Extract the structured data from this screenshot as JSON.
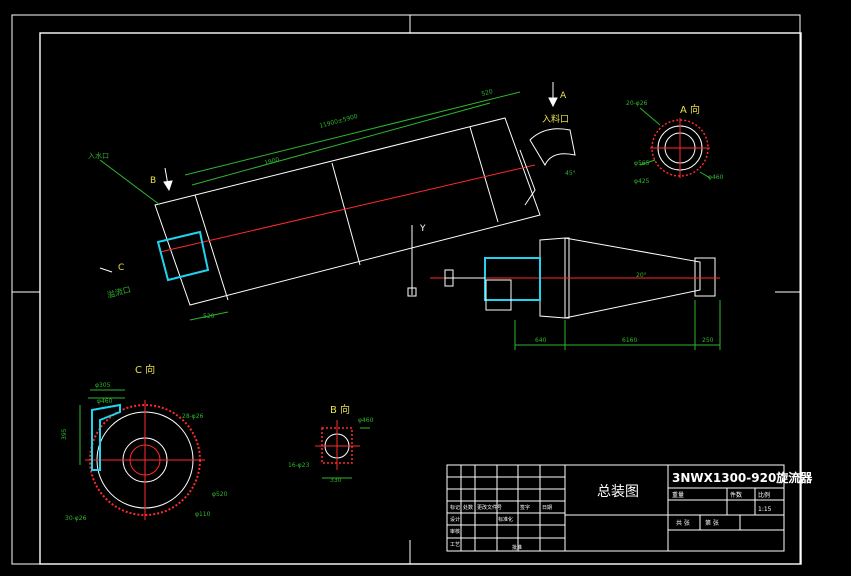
{
  "title_block": {
    "drawing_name": "3NWX1300-920旋流器",
    "sheet_title": "总装图",
    "ratio_label": "比例",
    "ratio_value": "1:15",
    "weight_label": "重量",
    "qty_label": "件数",
    "designer_label": "设计",
    "checker_label": "审核",
    "approve_label": "批准",
    "date_label": "日期",
    "sheet_label": "共 张",
    "sheet_no_label": "第 张",
    "mark_label": "标记",
    "count_label": "处数",
    "change_label": "更改文件号",
    "sign_label": "签字",
    "process_label": "工艺",
    "std_label": "标准化"
  },
  "views": {
    "a_view": "A 向",
    "b_view": "B 向",
    "c_view": "C 向",
    "arrow_a": "A",
    "arrow_b": "B",
    "arrow_c": "C",
    "inlet": "入料口",
    "water_inlet": "入水口",
    "outlet": "溢流口",
    "y_axis": "Y"
  },
  "dims": {
    "d_main_len": "11900±5900",
    "d_tube_len": "1900",
    "d_top": "520",
    "d_bottom": "520",
    "d_cone_a": "640",
    "d_cone_b": "6160",
    "d_cone_c": "250",
    "d_cone_angle": "20°",
    "d_inlet_angle": "45°",
    "a_holes": "20-φ26",
    "a_d1": "φ565",
    "a_d2": "φ425",
    "a_d3": "φ460",
    "b_d1": "φ460",
    "b_holes": "16-φ23",
    "b_d2": "330",
    "c_d1": "φ305",
    "c_d2": "φ460",
    "c_h": "395",
    "c_holes": "28-φ26",
    "c_holes2": "30-φ26",
    "c_d3": "φ520",
    "c_d4": "φ110"
  },
  "colors": {
    "line": "#ffffff",
    "dim": "#2fb52f",
    "center": "#ff2a2a",
    "cyan": "#22d3ee",
    "label": "#e8e04a"
  }
}
